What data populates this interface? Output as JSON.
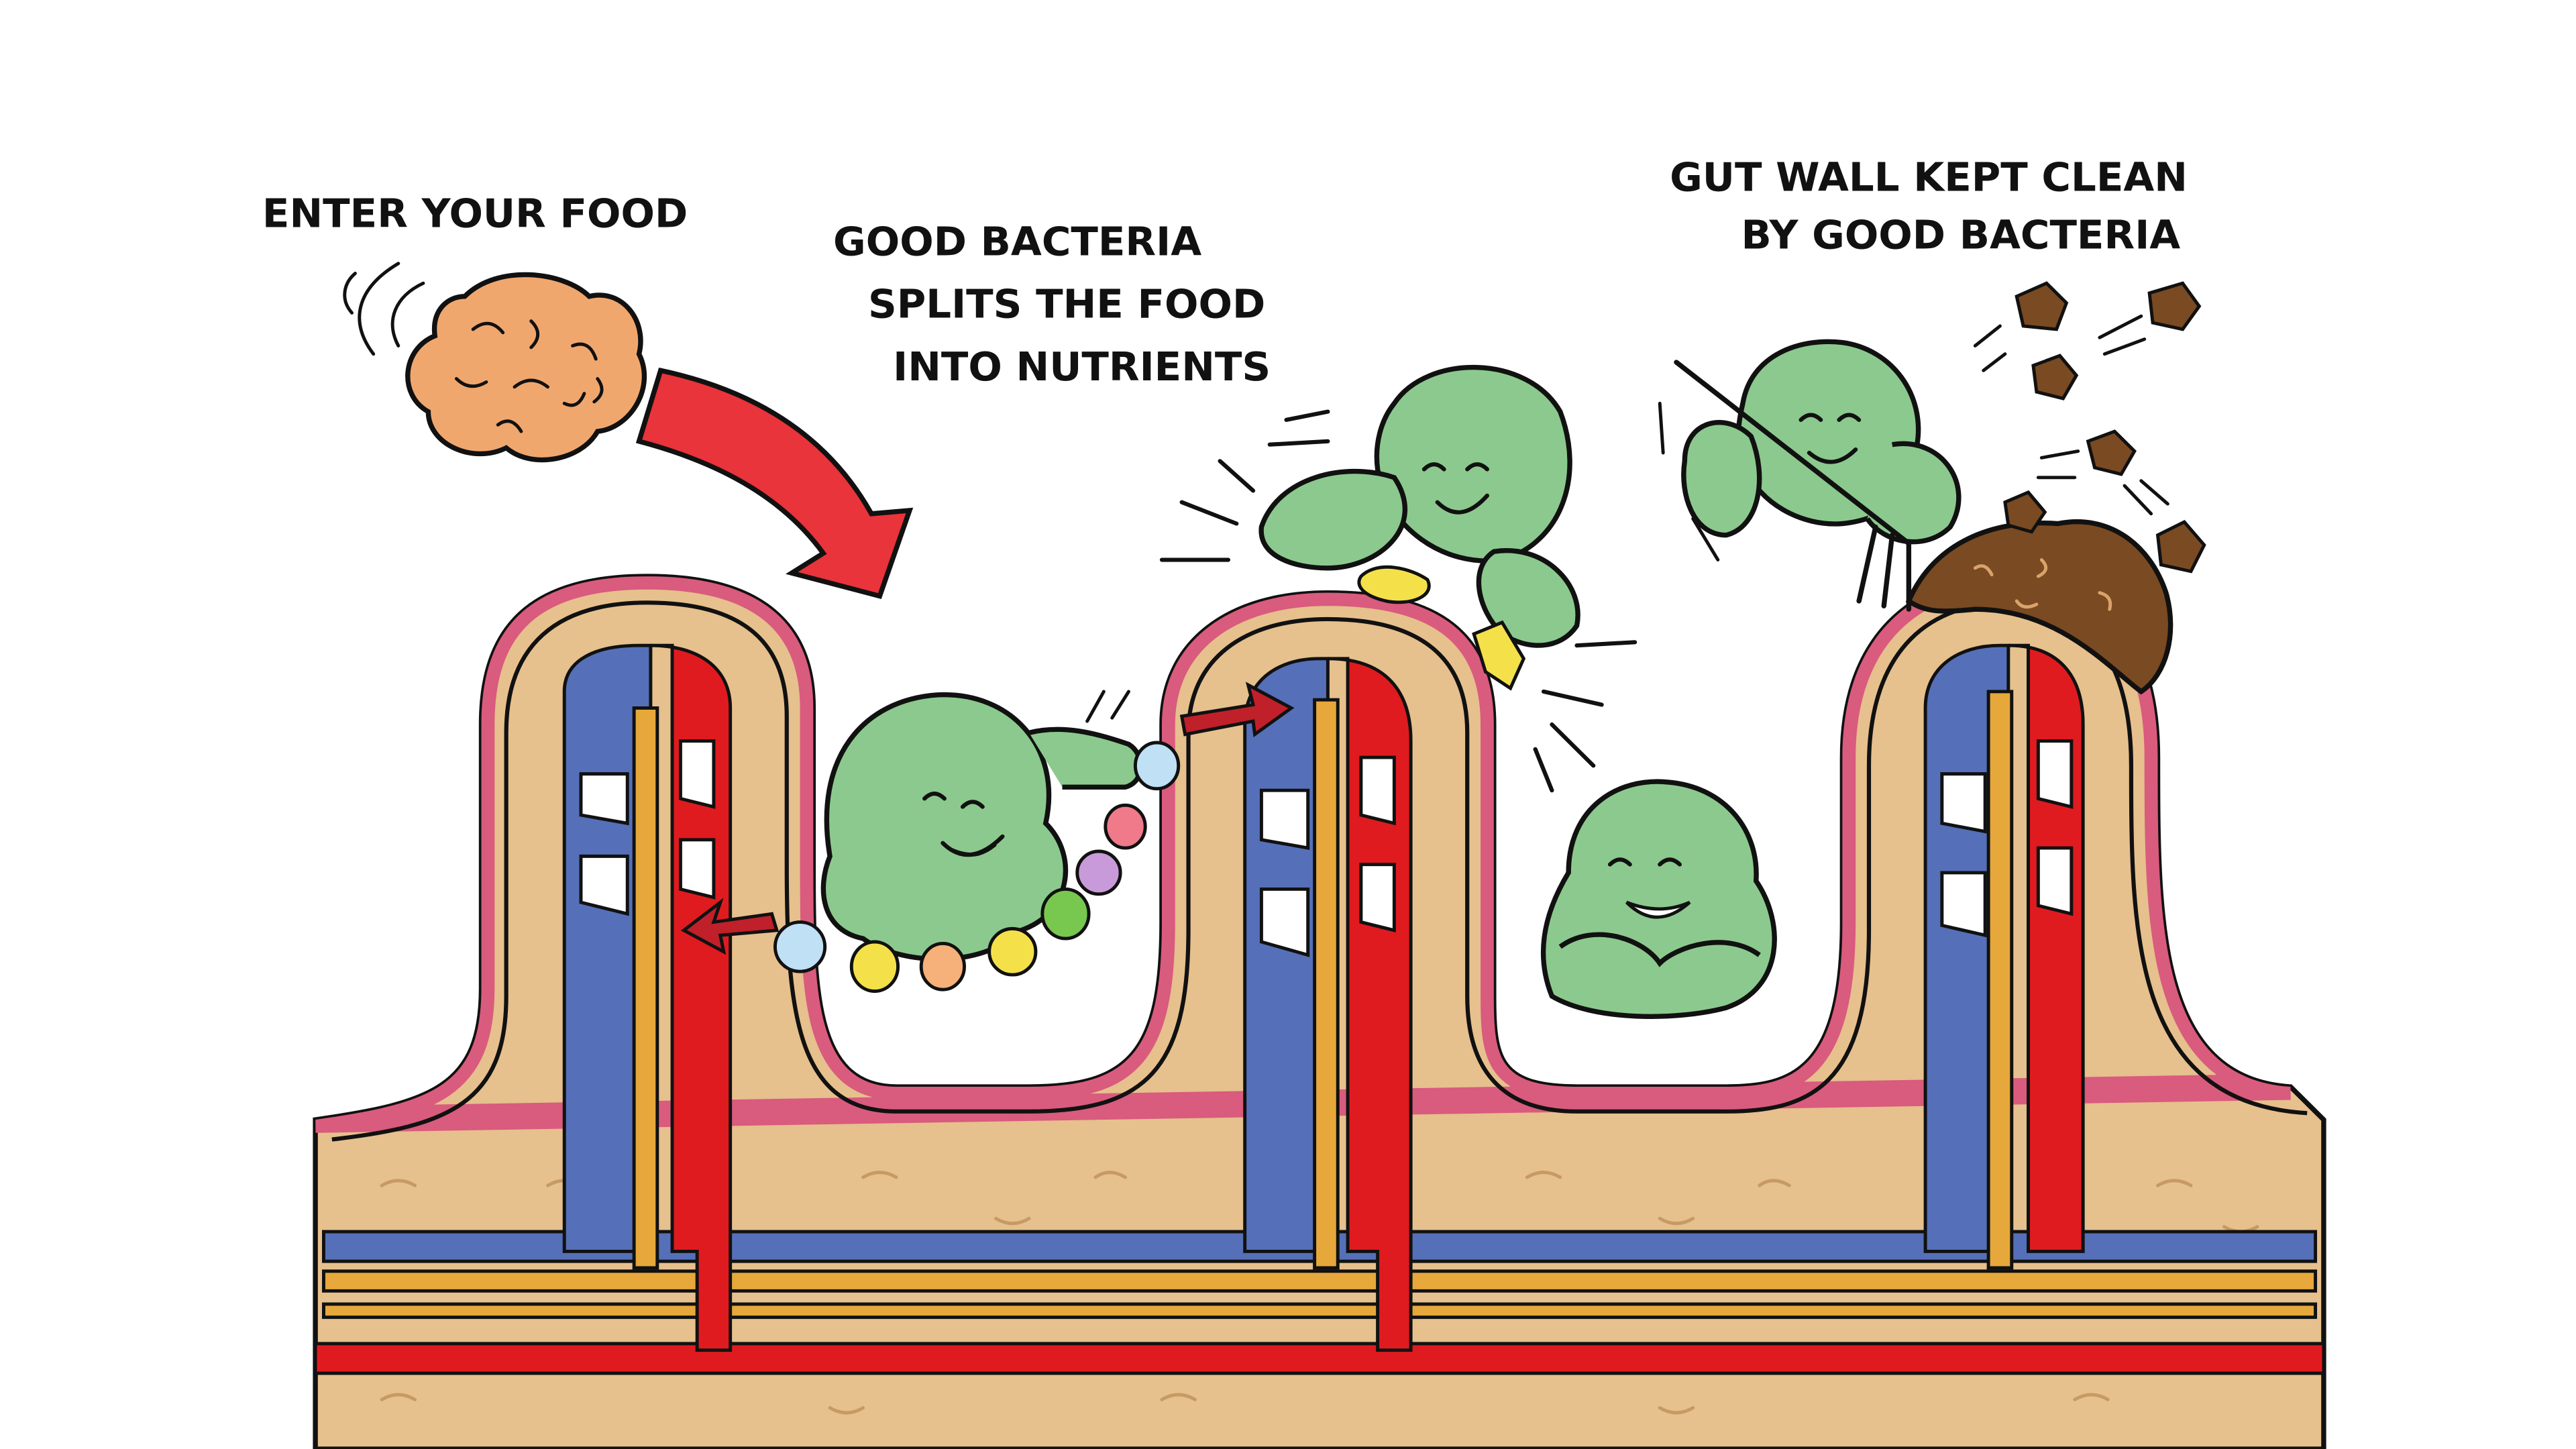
{
  "labels": {
    "enter_food": "ENTER YOUR FOOD",
    "split_line1": "GOOD BACTERIA",
    "split_line2": "SPLITS THE FOOD",
    "split_line3": "INTO NUTRIENTS",
    "clean_line1": "GUT WALL KEPT CLEAN",
    "clean_line2": "BY GOOD BACTERIA"
  },
  "colors": {
    "tissue": "#e6c08d",
    "mucosa_pink": "#d95b7e",
    "vein_blue": "#5570b8",
    "artery_red": "#e01b1f",
    "lymph_yellow": "#e6a83a",
    "bacteria_green": "#8cc98e",
    "food": "#f0a76e",
    "waste": "#7a4a22",
    "arrow_red": "#e8343a",
    "outline": "#111111",
    "nutrient_blue": "#bfe0f5",
    "nutrient_yellow": "#f4e14a",
    "nutrient_orange": "#f6b07a",
    "nutrient_green": "#78c84f",
    "nutrient_purple": "#c99ad9",
    "nutrient_pink": "#f07a8a"
  },
  "icons": [
    "food-clump-icon",
    "red-arrow-icon",
    "bacterium-icon",
    "nutrient-bead-icon",
    "waste-pile-icon",
    "broom-icon"
  ]
}
